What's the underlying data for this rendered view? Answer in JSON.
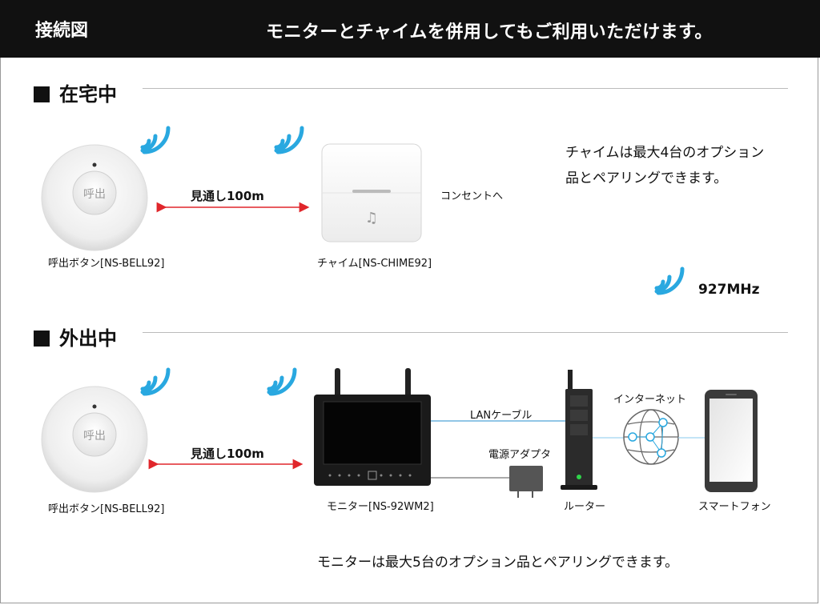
{
  "header": {
    "left_title": "接続図",
    "right_title": "モニターとチャイムを併用してもご利用いただけます。"
  },
  "sections": {
    "home": {
      "title": "在宅中"
    },
    "away": {
      "title": "外出中"
    }
  },
  "home": {
    "range_label": "見通し100m",
    "bell_label": "呼出ボタン[NS-BELL92]",
    "bell_button_text": "呼出",
    "chime_label": "チャイム[NS-CHIME92]",
    "outlet_label": "コンセントへ",
    "note": [
      "チャイムは最大4台のオプション",
      "品とペアリングできます。"
    ],
    "frequency": "927MHz"
  },
  "away": {
    "range_label": "見通し100m",
    "bell_label": "呼出ボタン[NS-BELL92]",
    "bell_button_text": "呼出",
    "monitor_label": "モニター[NS-92WM2]",
    "lan_label": "LANケーブル",
    "adapter_label": "電源アダプタ",
    "router_label": "ルーター",
    "internet_label": "インターネット",
    "phone_label": "スマートフォン",
    "note": "モニターは最大5台のオプション品とペアリングできます。"
  },
  "colors": {
    "wifi": "#29a8e0",
    "range_arrow": "#e0262b",
    "lan_line": "#4fa3d8"
  }
}
